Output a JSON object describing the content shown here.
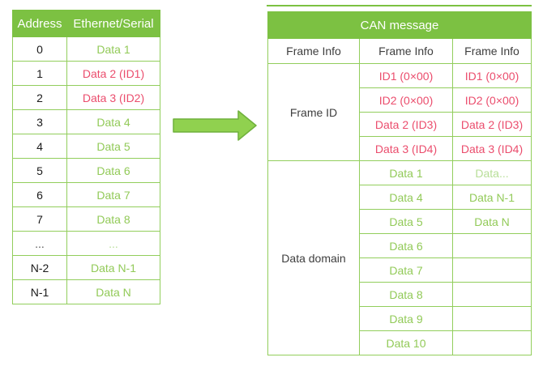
{
  "palette": {
    "header_green": "#7CC142",
    "border_green": "#92CE5C",
    "text_green": "#92CA58",
    "text_green_light": "#B7DE97",
    "text_red": "#EB4D6D",
    "text_dark": "#3E3E3E",
    "text_black": "#1A1A1A",
    "text_gray": "#555555",
    "arrow_fill": "#90D14F",
    "arrow_stroke": "#6FB03C"
  },
  "left_table": {
    "headers": [
      "Address",
      "Ethernet/Serial"
    ],
    "rows": [
      {
        "address": "0",
        "data": "Data 1"
      },
      {
        "address": "1",
        "data": "Data 2 (ID1)"
      },
      {
        "address": "2",
        "data": "Data 3 (ID2)"
      },
      {
        "address": "3",
        "data": "Data 4"
      },
      {
        "address": "4",
        "data": "Data 5"
      },
      {
        "address": "5",
        "data": "Data 6"
      },
      {
        "address": "6",
        "data": "Data 7"
      },
      {
        "address": "7",
        "data": "Data 8"
      },
      {
        "address": "...",
        "data": "..."
      },
      {
        "address": "N-2",
        "data": "Data N-1"
      },
      {
        "address": "N-1",
        "data": "Data N"
      }
    ]
  },
  "arrow": {
    "direction": "right"
  },
  "right_table": {
    "title": "CAN message",
    "column_headers": [
      "Frame Info",
      "Frame Info",
      "Frame Info"
    ],
    "frame_id": {
      "label": "Frame ID",
      "rows": [
        {
          "col2": "ID1 (0×00)",
          "col3": "ID1 (0×00)"
        },
        {
          "col2": "ID2 (0×00)",
          "col3": "ID2 (0×00)"
        },
        {
          "col2": "Data 2 (ID3)",
          "col3": "Data 2 (ID3)"
        },
        {
          "col2": "Data 3 (ID4)",
          "col3": "Data 3 (ID4)"
        }
      ]
    },
    "data_domain": {
      "label": "Data domain",
      "rows": [
        {
          "col2": "Data 1",
          "col3": "Data..."
        },
        {
          "col2": "Data 4",
          "col3": "Data N-1"
        },
        {
          "col2": "Data 5",
          "col3": "Data N"
        },
        {
          "col2": "Data 6",
          "col3": ""
        },
        {
          "col2": "Data 7",
          "col3": ""
        },
        {
          "col2": "Data 8",
          "col3": ""
        },
        {
          "col2": "Data 9",
          "col3": ""
        },
        {
          "col2": "Data 10",
          "col3": ""
        }
      ]
    }
  }
}
